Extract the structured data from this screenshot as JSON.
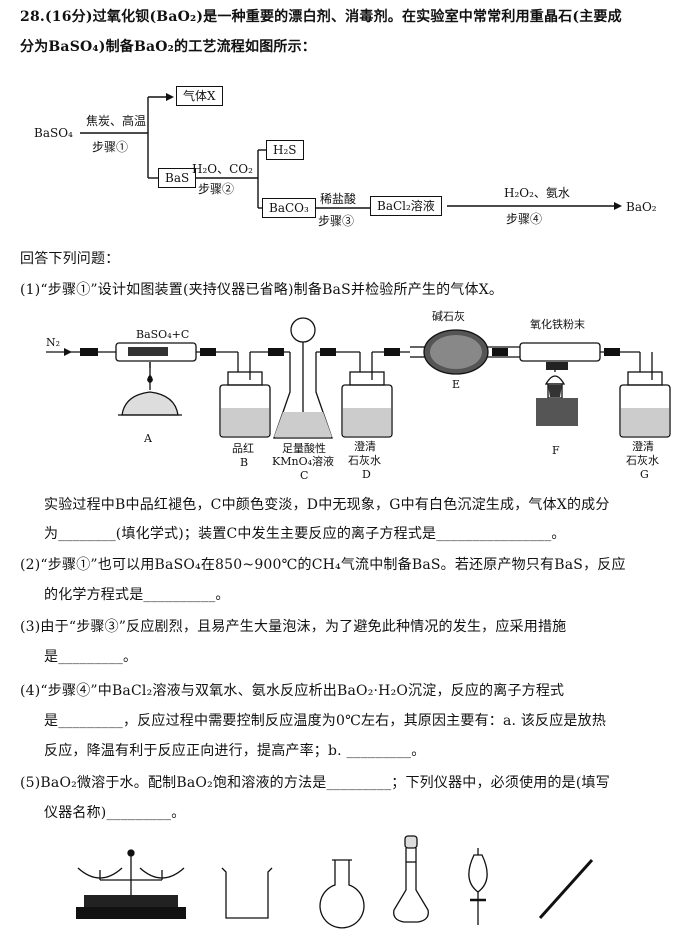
{
  "question": {
    "line1": "28.(16分)过氧化钡(BaO₂)是一种重要的漂白剂、消毒剂。在实验室中常常利用重晶石(主要成",
    "line2": "分为BaSO₄)制备BaO₂的工艺流程如图所示："
  },
  "flow": {
    "start": "BaSO₄",
    "cond1": "焦炭、高温",
    "step1": "步骤①",
    "gasX": "气体X",
    "bas": "BaS",
    "cond2": "H₂O、CO₂",
    "step2": "步骤②",
    "h2s": "H₂S",
    "baco3": "BaCO₃",
    "cond3": "稀盐酸",
    "step3": "步骤③",
    "bacl2": "BaCl₂溶液",
    "cond4": "H₂O₂、氨水",
    "step4": "步骤④",
    "product": "BaO₂"
  },
  "answer_intro": "回答下列问题：",
  "q1": {
    "line": "(1)“步骤①”设计如图装置(夹持仪器已省略)制备BaS并检验所产生的气体X。",
    "obs1": "实验过程中B中品红褪色，C中颜色变淡，D中无现象，G中有白色沉淀生成，气体X的成分",
    "obs2": "为________(填化学式)；装置C中发生主要反应的离子方程式是________________。"
  },
  "apparatus": {
    "n2": "N₂",
    "reagent_a": "BaSO₄+C",
    "a": "A",
    "b_reagent": "品红",
    "b": "B",
    "c_reagent1": "足量酸性",
    "c_reagent2": "KMnO₄溶液",
    "c": "C",
    "d_reagent1": "澄清",
    "d_reagent2": "石灰水",
    "d": "D",
    "e_reagent": "碱石灰",
    "e": "E",
    "f_reagent": "氧化铁粉末",
    "f": "F",
    "g_reagent1": "澄清",
    "g_reagent2": "石灰水",
    "g": "G"
  },
  "q2": {
    "line1": "(2)“步骤①”也可以用BaSO₄在850~900℃的CH₄气流中制备BaS。若还原产物只有BaS，反应",
    "line2": "的化学方程式是__________。"
  },
  "q3": {
    "line1": "(3)由于“步骤③”反应剧烈，且易产生大量泡沫，为了避免此种情况的发生，应采用措施",
    "line2": "是_________。"
  },
  "q4": {
    "line1": "(4)“步骤④”中BaCl₂溶液与双氧水、氨水反应析出BaO₂·H₂O沉淀，反应的离子方程式",
    "line2": "是_________，反应过程中需要控制反应温度为0℃左右，其原因主要有：a. 该反应是放热",
    "line3": "反应，降温有利于反应正向进行，提高产率；b. _________。"
  },
  "q5": {
    "line1": "(5)BaO₂微溶于水。配制BaO₂饱和溶液的方法是_________；下列仪器中，必须使用的是(填写",
    "line2": "仪器名称)_________。"
  },
  "instruments": [
    "balance-icon",
    "beaker-icon",
    "round-flask-icon",
    "volumetric-flask-icon",
    "dropping-funnel-icon",
    "glass-rod-icon"
  ]
}
